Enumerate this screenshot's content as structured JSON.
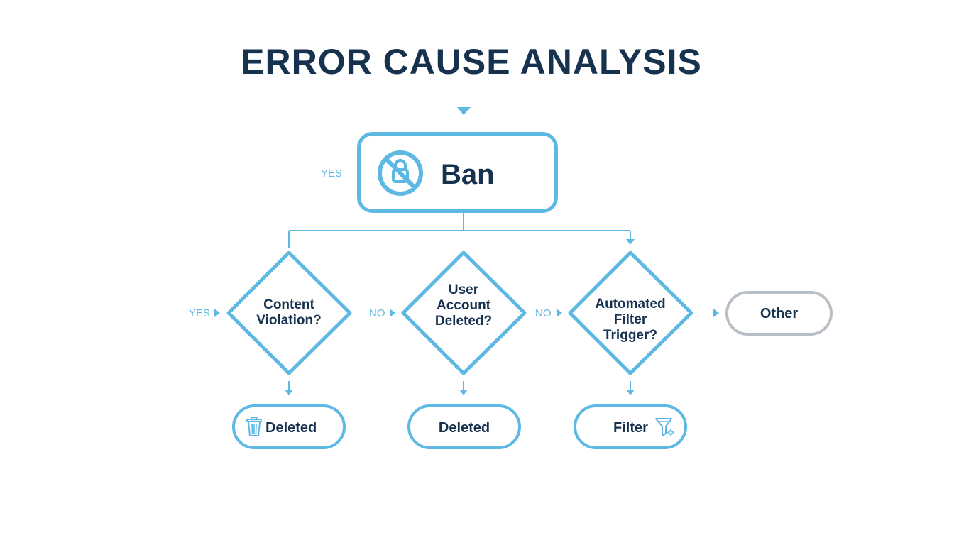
{
  "title": "ERROR CAUSE ANALYSIS",
  "colors": {
    "accent": "#5db8e4",
    "text": "#17324f",
    "other_border": "#b9bfc6",
    "background": "#ffffff"
  },
  "root": {
    "label": "Ban",
    "icon": "ban-circle-icon",
    "side_label": "YES"
  },
  "decisions": [
    {
      "lines": [
        "Content",
        "Violation?"
      ],
      "entry_label": "YES"
    },
    {
      "lines": [
        "User",
        "Account",
        "Deleted?"
      ],
      "entry_label": "NO"
    },
    {
      "lines": [
        "Automated",
        "Filter",
        "Trigger?"
      ],
      "entry_label": "NO"
    }
  ],
  "outcomes": [
    {
      "label": "Deleted",
      "icon": "trash-icon"
    },
    {
      "label": "Deleted",
      "icon": ""
    },
    {
      "label": "Filter",
      "icon": "filter-funnel-icon"
    }
  ],
  "other": {
    "label": "Other"
  }
}
